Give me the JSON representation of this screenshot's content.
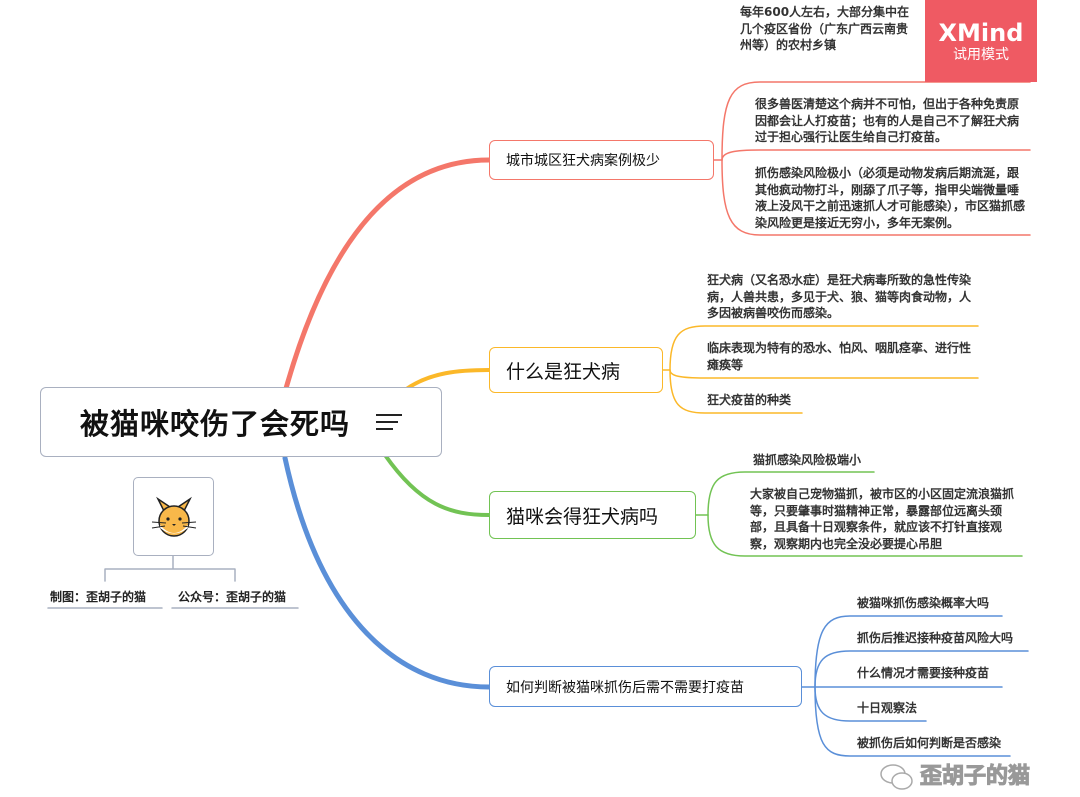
{
  "central": {
    "title": "被猫咪咬伤了会死吗",
    "icon": "notes-icon"
  },
  "badge": {
    "brand": "XMind",
    "mode": "试用模式",
    "color": "#ef5a63"
  },
  "credits": {
    "author": "制图：歪胡子的猫",
    "account": "公众号：歪胡子的猫",
    "icon": "cat-face-icon"
  },
  "colors": {
    "red": "#f4776a",
    "orange": "#fbb829",
    "green": "#72c354",
    "blue": "#5a8fd8"
  },
  "branches": [
    {
      "label": "城市城区狂犬病案例极少",
      "children": [
        "每年600人左右，大部分集中在几个疫区省份（广东广西云南贵州等）的农村乡镇",
        "很多兽医清楚这个病并不可怕，但出于各种免责原因都会让人打疫苗；也有的人是自己不了解狂犬病过于担心强行让医生给自己打疫苗。",
        "抓伤感染风险极小（必须是动物发病后期流涎，跟其他疯动物打斗，刚舔了爪子等，指甲尖端微量唾液上没风干之前迅速抓人才可能感染），市区猫抓感染风险更是接近无穷小，多年无案例。"
      ]
    },
    {
      "label": "什么是狂犬病",
      "children": [
        "狂犬病（又名恐水症）是狂犬病毒所致的急性传染病，人兽共患，多见于犬、狼、猫等肉食动物，人多因被病兽咬伤而感染。",
        "临床表现为特有的恐水、怕风、咽肌痉挛、进行性瘫痪等",
        "狂犬疫苗的种类"
      ]
    },
    {
      "label": "猫咪会得狂犬病吗",
      "children": [
        "猫抓感染风险极端小",
        "大家被自己宠物猫抓，被市区的小区固定流浪猫抓等，只要肇事时猫精神正常，暴露部位远离头颈部，且具备十日观察条件，就应该不打针直接观察，观察期内也完全没必要提心吊胆"
      ]
    },
    {
      "label": "如何判断被猫咪抓伤后需不需要打疫苗",
      "children": [
        "被猫咪抓伤感染概率大吗",
        "抓伤后推迟接种疫苗风险大吗",
        "什么情况才需要接种疫苗",
        "十日观察法",
        "被抓伤后如何判断是否感染"
      ]
    }
  ],
  "watermark": "歪胡子的猫"
}
